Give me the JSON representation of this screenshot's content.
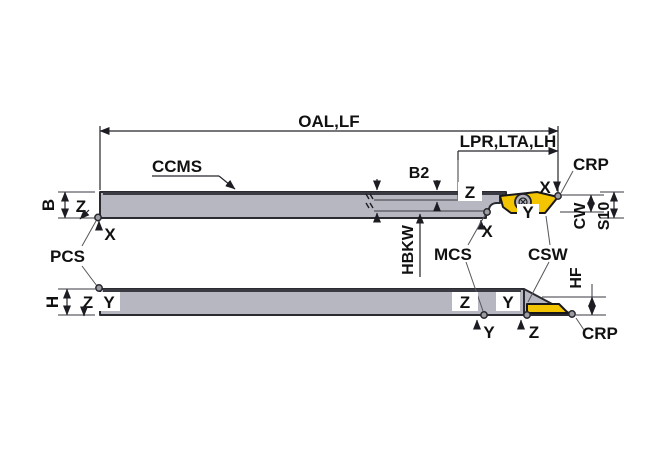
{
  "colors": {
    "shank": "#b7b7c1",
    "insert": "#f3c402",
    "outline": "#2a2a31",
    "insert_outline": "#17171c"
  },
  "side_view": {
    "dim_oal": "OAL,LF",
    "label_ccms": "CCMS",
    "dim_lpr": "LPR,LTA,LH",
    "label_crp": "CRP",
    "dim_b2": "B2",
    "dim_b": "B",
    "label_pcs": "PCS",
    "dim_hbkw": "HBKW",
    "dim_cw": "CW",
    "dim_s10": "S10",
    "point_z_shank": "Z",
    "point_x_shank": "X",
    "point_z_head": "Z",
    "point_x_head": "X",
    "point_x_tip": "X",
    "point_y_insert": "Y"
  },
  "plan_view": {
    "dim_h": "H",
    "point_z_left": "Z",
    "point_y_left": "Y",
    "label_mcs": "MCS",
    "label_csw": "CSW",
    "dim_hf": "HF",
    "point_z_bar": "Z",
    "point_y_bar": "Y",
    "point_y_edge": "Y",
    "point_z_edge": "Z",
    "label_crp": "CRP"
  }
}
